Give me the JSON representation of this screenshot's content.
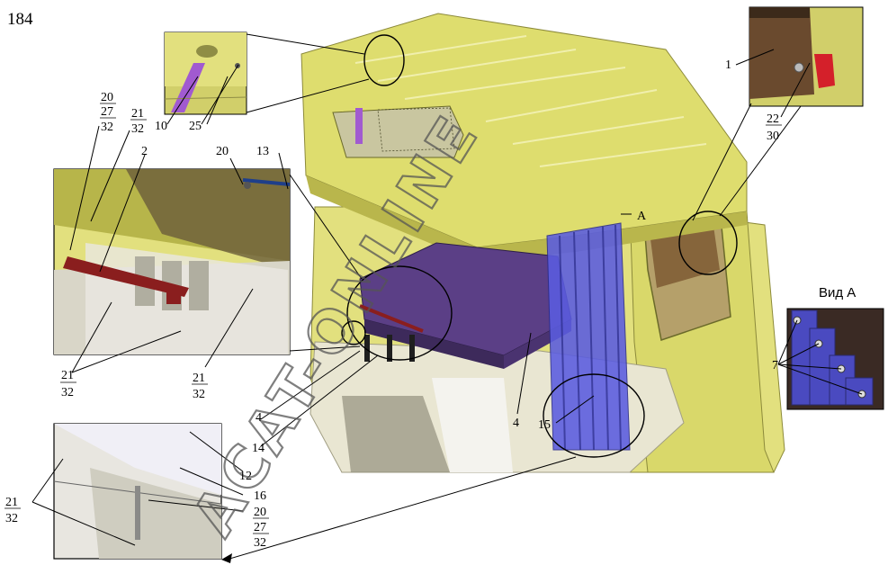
{
  "page_number": "184",
  "view_title": "Вид А",
  "view_marker": "A",
  "watermark": "ACAT-ONLINE",
  "colors": {
    "cab_body": "#d9d86a",
    "cab_shadow": "#b7b54a",
    "bunk": "#5b3f86",
    "curtain": "#5a5ce0",
    "strap": "#8a1e1e",
    "floor": "#e9e6d2",
    "dark_panel": "#3c3524"
  },
  "labels": {
    "l184": "184",
    "l20_a": "20",
    "l27_a": "27",
    "l32_a": "32",
    "l21_a": "21",
    "l32_b": "32",
    "l2": "2",
    "l20_b": "20",
    "l13": "13",
    "l10": "10",
    "l25": "25",
    "l21_b": "21",
    "l32_c": "32",
    "l21_c": "21",
    "l32_d": "32",
    "l4_a": "4",
    "l14": "14",
    "l12": "12",
    "l16": "16",
    "l20_c": "20",
    "l27_b": "27",
    "l32_e": "32",
    "l21_d": "21",
    "l32_f": "32",
    "l4_b": "4",
    "l15": "15",
    "l1": "1",
    "l22": "22",
    "l30": "30",
    "l7": "7"
  }
}
